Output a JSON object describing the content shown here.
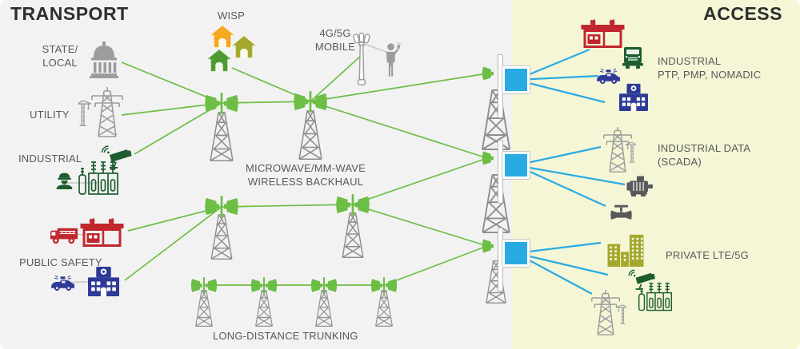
{
  "titles": {
    "transport": "TRANSPORT",
    "access": "ACCESS"
  },
  "labels": {
    "state_local": "STATE/\nLOCAL",
    "utility": "UTILITY",
    "industrial": "INDUSTRIAL",
    "public_safety": "PUBLIC SAFETY",
    "wisp": "WISP",
    "mobile": "4G/5G\nMOBILE",
    "backhaul": "MICROWAVE/MM-WAVE\nWIRELESS BACKHAUL",
    "trunking": "LONG-DISTANCE TRUNKING",
    "industrial_ptp": "INDUSTRIAL\nPTP, PMP, NOMADIC",
    "industrial_data": "INDUSTRIAL DATA\n(SCADA)",
    "private_lte": "PRIVATE LTE/5G"
  },
  "colors": {
    "green": "#6cbe45",
    "blue": "#29abe2",
    "red": "#c1272d",
    "dark_blue": "#2e3a97",
    "dark_green": "#1d5d30",
    "olive": "#a4a82b",
    "yellow_house": "#f4a81d",
    "green_house": "#4c9b31",
    "gray_icon": "#9c9c9c",
    "tower_gray": "#8d8d8d",
    "dark_gray": "#58595b",
    "connector_gray": "#c8c8c8",
    "label_text": "#595959",
    "title_text": "#2e2e2e",
    "bg_left": "#f2f2f2",
    "bg_right": "#f4f6d6"
  },
  "connections": {
    "green": [
      [
        "capitol",
        "hub1"
      ],
      [
        "utility",
        "hub1"
      ],
      [
        "industrial_camera",
        "hub1"
      ],
      [
        "wisp_houses",
        "hub2"
      ],
      [
        "hub2",
        "mobile_pole"
      ],
      [
        "hub1",
        "hub2"
      ],
      [
        "hub2",
        "acc1_horn"
      ],
      [
        "hub2",
        "acc2_horn"
      ],
      [
        "fire_station_t",
        "hub3"
      ],
      [
        "police_station_t",
        "hub3"
      ],
      [
        "hub3",
        "hub4"
      ],
      [
        "hub4",
        "acc2_horn"
      ],
      [
        "hub4",
        "acc3_horn"
      ],
      [
        "trunk1",
        "trunk2"
      ],
      [
        "trunk2",
        "trunk3"
      ],
      [
        "trunk3",
        "trunk4"
      ],
      [
        "trunk4",
        "acc3_horn"
      ]
    ],
    "blue": [
      [
        "acc1_radio",
        "ptp_fire_station"
      ],
      [
        "acc1_radio",
        "ptp_police_car"
      ],
      [
        "acc1_radio",
        "ptp_police_station"
      ],
      [
        "acc2_radio",
        "scada_power_tower"
      ],
      [
        "acc2_radio",
        "scada_motor"
      ],
      [
        "acc2_radio",
        "scada_valve"
      ],
      [
        "acc3_radio",
        "lte_buildings"
      ],
      [
        "acc3_radio",
        "lte_camera"
      ],
      [
        "acc3_radio",
        "lte_power_tower"
      ]
    ],
    "gray": [
      [
        "worker",
        "substation"
      ],
      [
        "fire_truck",
        "fire_station_w"
      ],
      [
        "police_car",
        "police_station_w"
      ],
      [
        "mobile_pole_top",
        "mobile_person"
      ]
    ]
  }
}
